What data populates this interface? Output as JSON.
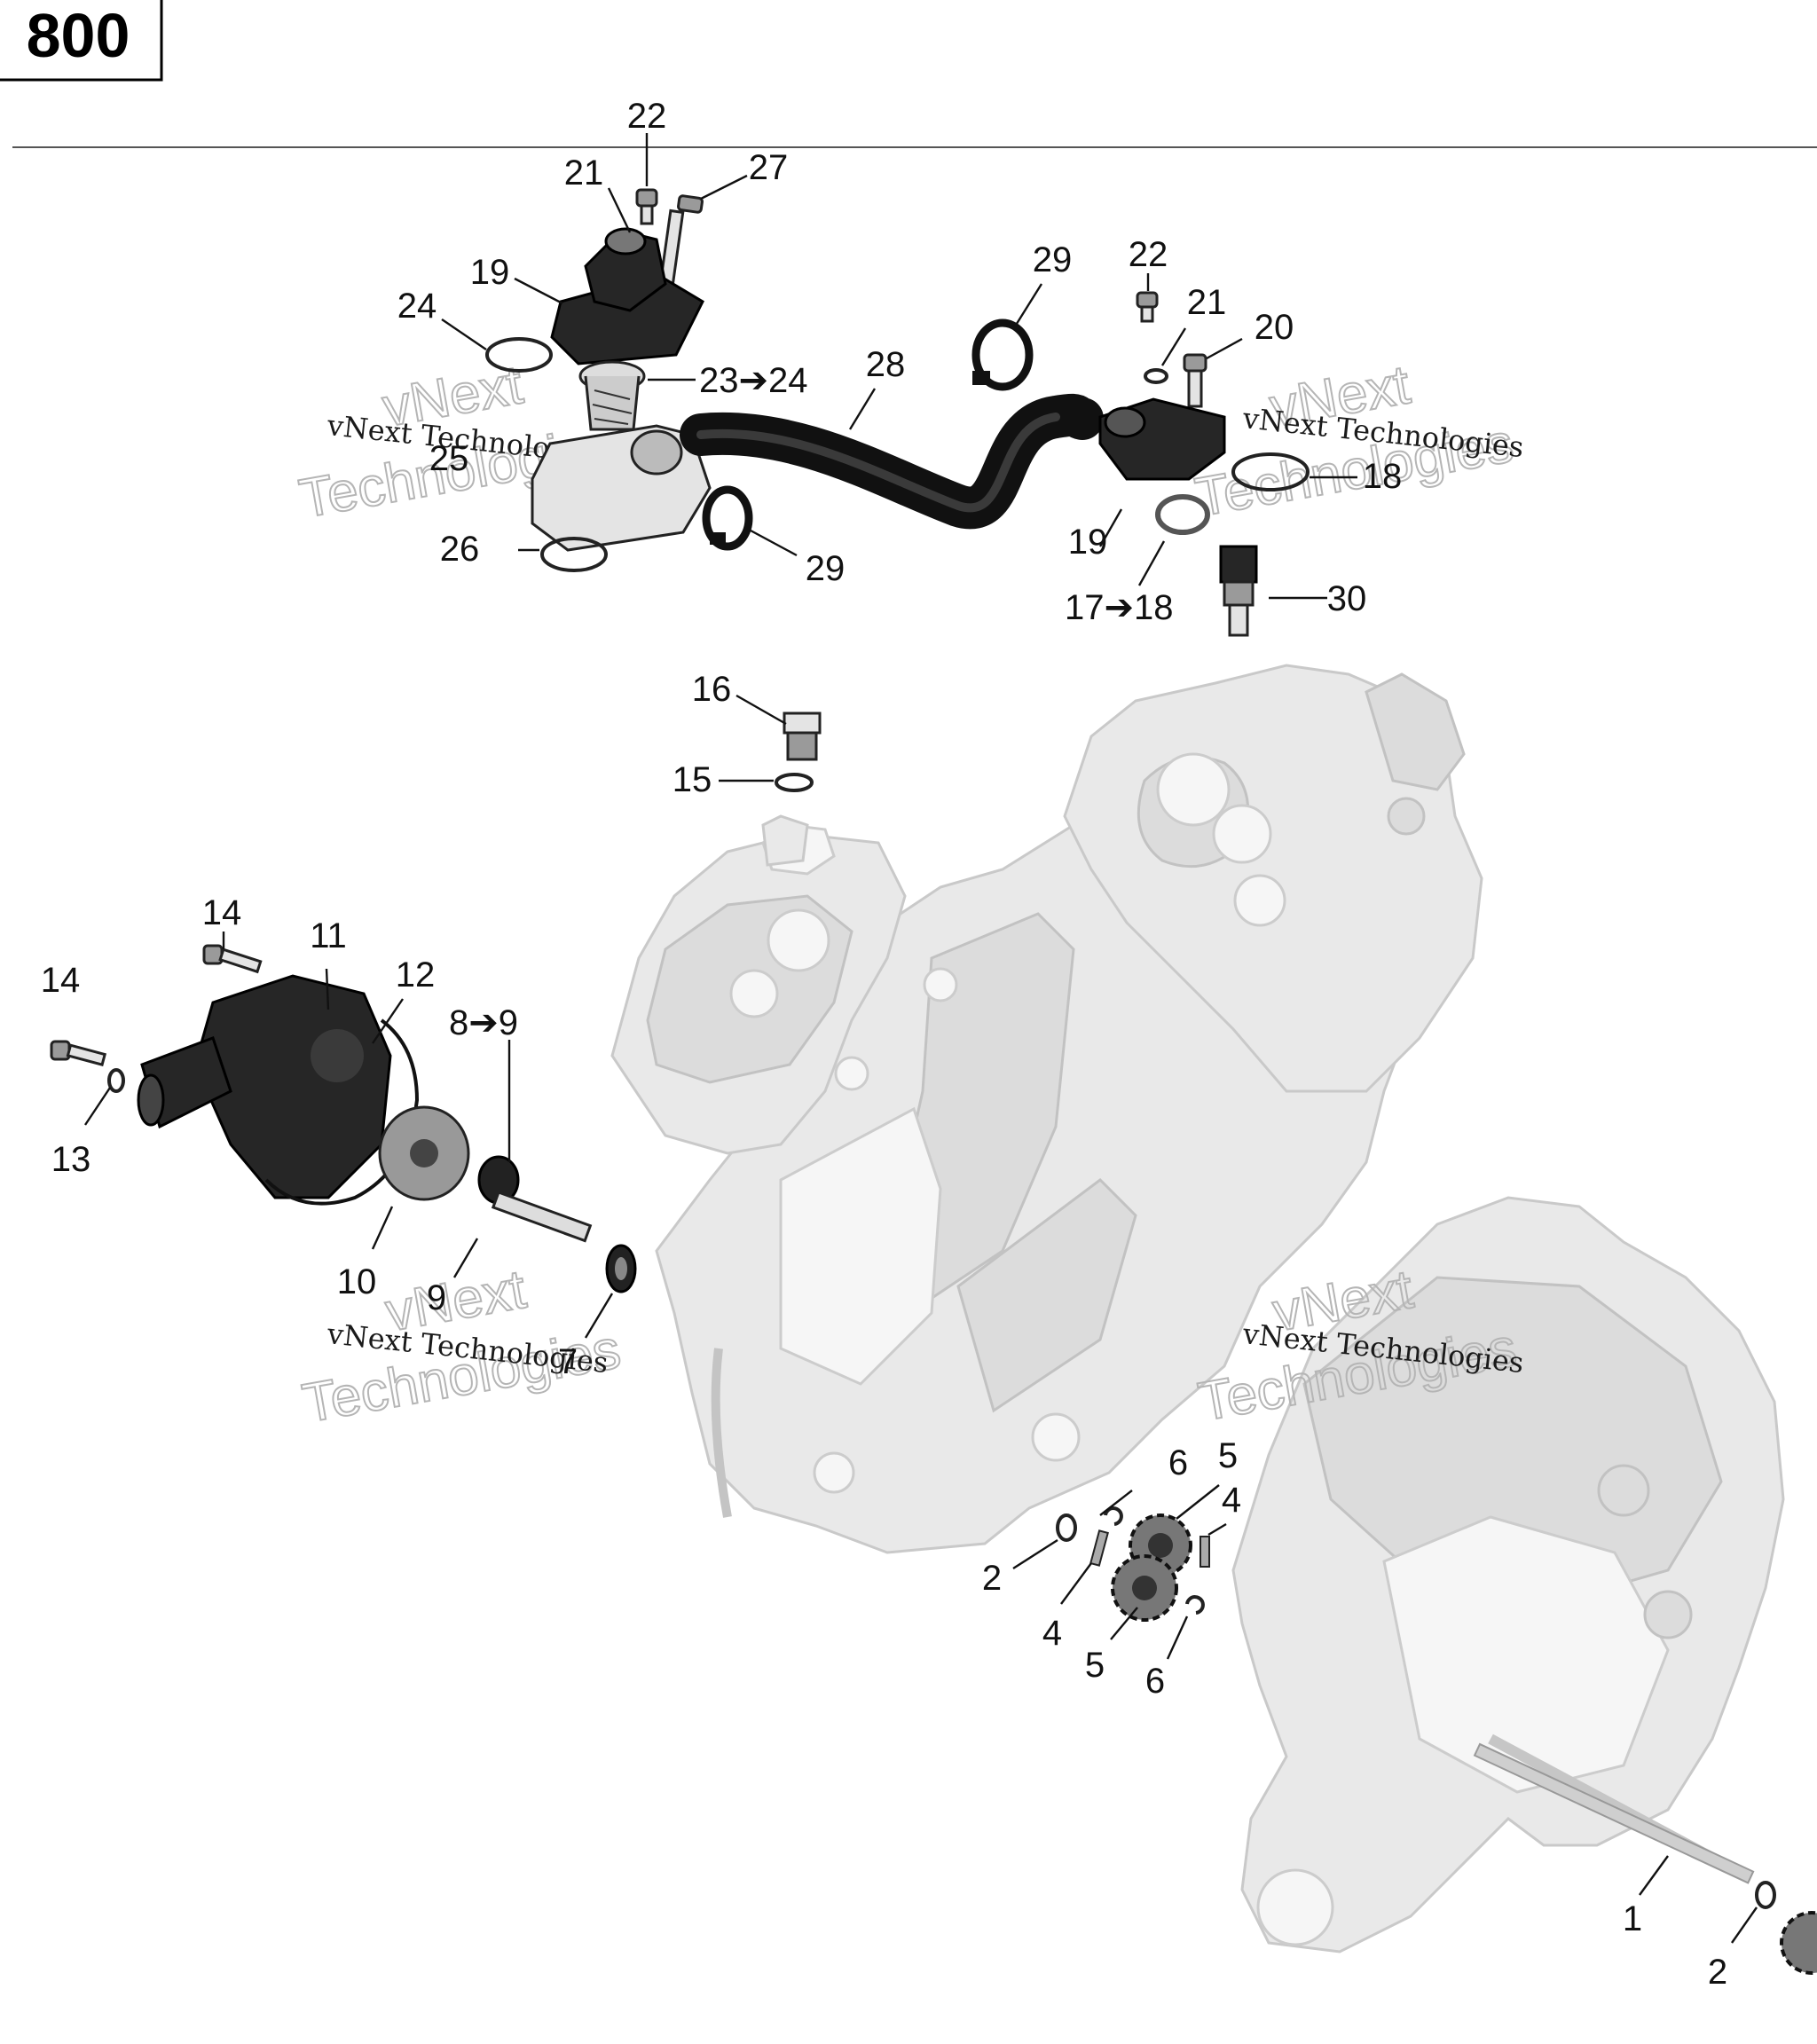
{
  "diagram": {
    "page_number": "800",
    "watermark_small": "vNext Technologies",
    "watermark_large_1": "vNext",
    "watermark_large_2": "Technologies",
    "callouts": [
      {
        "id": "c22a",
        "text": "22"
      },
      {
        "id": "c21a",
        "text": "21"
      },
      {
        "id": "c27",
        "text": "27"
      },
      {
        "id": "c19a",
        "text": "19"
      },
      {
        "id": "c24",
        "text": "24"
      },
      {
        "id": "c23",
        "text": "23➔24"
      },
      {
        "id": "c25",
        "text": "25"
      },
      {
        "id": "c26",
        "text": "26"
      },
      {
        "id": "c28",
        "text": "28"
      },
      {
        "id": "c29a",
        "text": "29"
      },
      {
        "id": "c29b",
        "text": "29"
      },
      {
        "id": "c22b",
        "text": "22"
      },
      {
        "id": "c21b",
        "text": "21"
      },
      {
        "id": "c20",
        "text": "20"
      },
      {
        "id": "c18",
        "text": "18"
      },
      {
        "id": "c19b",
        "text": "19"
      },
      {
        "id": "c17",
        "text": "17➔18"
      },
      {
        "id": "c30",
        "text": "30"
      },
      {
        "id": "c16",
        "text": "16"
      },
      {
        "id": "c15",
        "text": "15"
      },
      {
        "id": "c14a",
        "text": "14"
      },
      {
        "id": "c14b",
        "text": "14"
      },
      {
        "id": "c11",
        "text": "11"
      },
      {
        "id": "c12",
        "text": "12"
      },
      {
        "id": "c13",
        "text": "13"
      },
      {
        "id": "c8",
        "text": "8➔9"
      },
      {
        "id": "c10",
        "text": "10"
      },
      {
        "id": "c9",
        "text": "9"
      },
      {
        "id": "c7",
        "text": "7"
      },
      {
        "id": "c6a",
        "text": "6"
      },
      {
        "id": "c5a",
        "text": "5"
      },
      {
        "id": "c4a",
        "text": "4"
      },
      {
        "id": "c2a",
        "text": "2"
      },
      {
        "id": "c4b",
        "text": "4"
      },
      {
        "id": "c5b",
        "text": "5"
      },
      {
        "id": "c6b",
        "text": "6"
      },
      {
        "id": "c1",
        "text": "1"
      },
      {
        "id": "c2b",
        "text": "2"
      }
    ]
  }
}
